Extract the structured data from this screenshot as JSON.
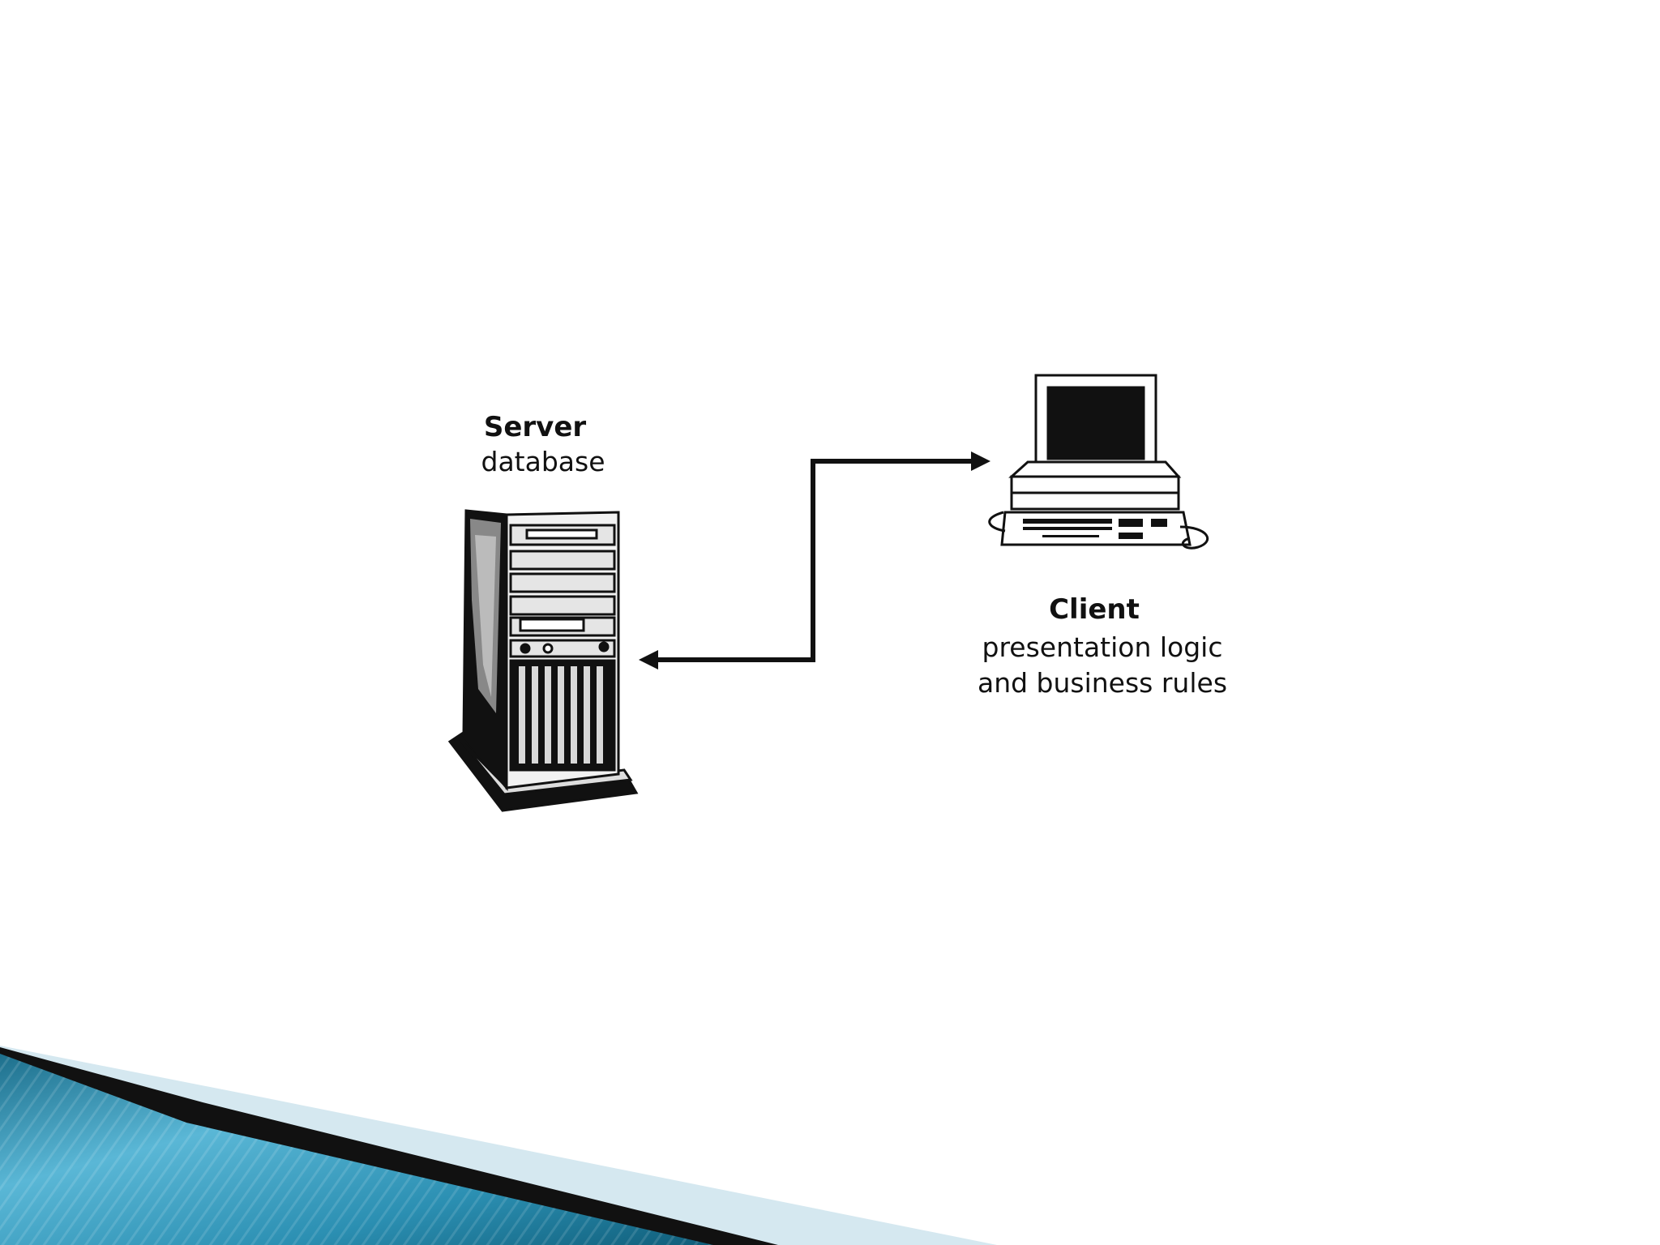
{
  "server": {
    "title": "Server",
    "subtitle": "database",
    "icon": "server-tower-icon"
  },
  "client": {
    "title": "Client",
    "subtitle_line1": "presentation logic",
    "subtitle_line2": "and business rules",
    "icon": "desktop-computer-icon"
  },
  "connector": {
    "type": "bidirectional-arrow",
    "color": "#111111"
  },
  "decoration": {
    "accent_blue": "#2a8fb0",
    "accent_light": "#d5e8f0",
    "accent_dark": "#111111"
  }
}
